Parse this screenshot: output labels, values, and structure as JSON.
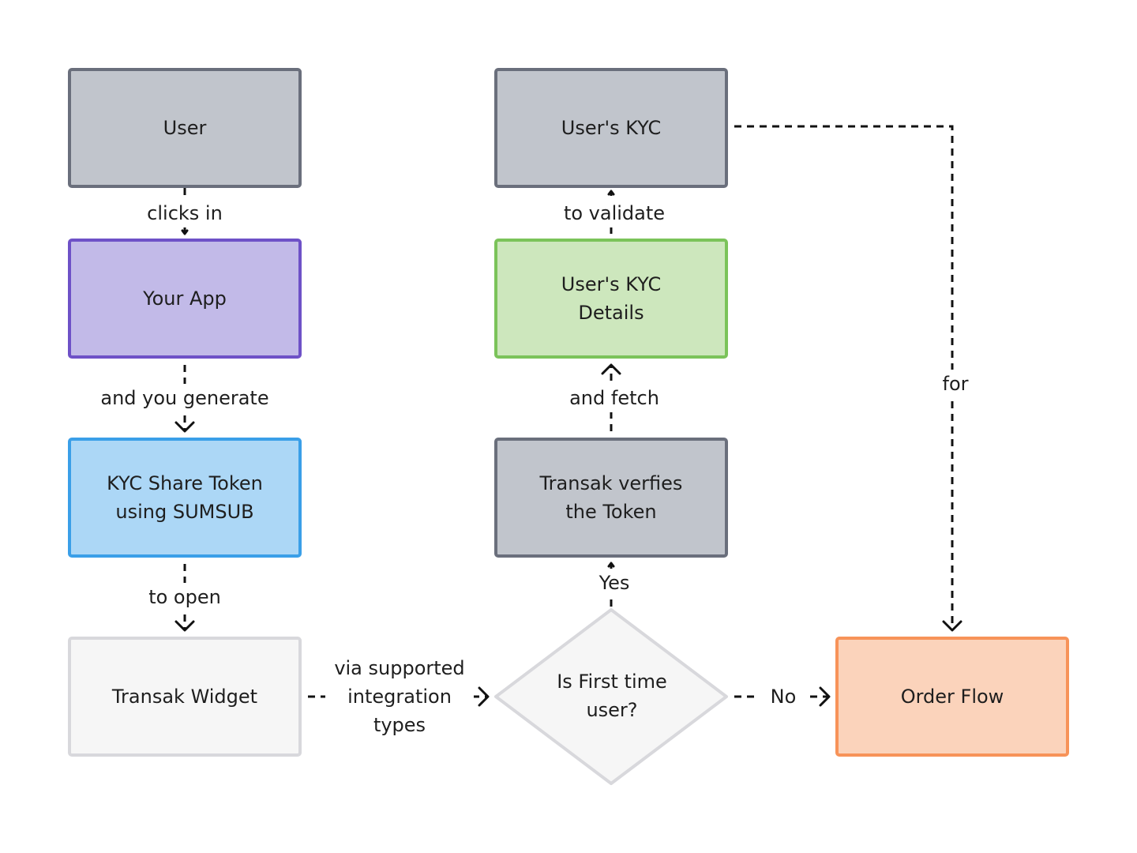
{
  "nodes": {
    "user": {
      "label": "User",
      "fill": "#c1c5cc",
      "border": "#6a6f7c"
    },
    "your_app": {
      "label": "Your App",
      "fill": "#c2bae8",
      "border": "#6e51c7"
    },
    "kyc_share_token": {
      "label": "KYC Share Token\nusing SUMSUB",
      "fill": "#acd7f6",
      "border": "#3a9fe8"
    },
    "transak_widget": {
      "label": "Transak Widget",
      "fill": "#f6f6f6",
      "border": "#d8d8dc"
    },
    "first_time_user": {
      "label": "Is First time\nuser?",
      "fill": "#f6f6f6",
      "border": "#d8d8dc"
    },
    "order_flow": {
      "label": "Order Flow",
      "fill": "#fbd3bb",
      "border": "#f79359"
    },
    "transak_verifies": {
      "label": "Transak verfies\nthe Token",
      "fill": "#c1c5cc",
      "border": "#6a6f7c"
    },
    "users_kyc_details": {
      "label": "User's KYC\nDetails",
      "fill": "#cde7bd",
      "border": "#7bc35a"
    },
    "users_kyc": {
      "label": "User's KYC",
      "fill": "#c1c5cc",
      "border": "#6a6f7c"
    }
  },
  "edges": {
    "clicks_in": "clicks in",
    "and_you_generate": "and you generate",
    "to_open": "to open",
    "via_supported": "via supported\nintegration\ntypes",
    "yes": "Yes",
    "no": "No",
    "and_fetch": "and fetch",
    "to_validate": "to validate",
    "for": "for"
  },
  "colors": {
    "connector": "#111111"
  }
}
